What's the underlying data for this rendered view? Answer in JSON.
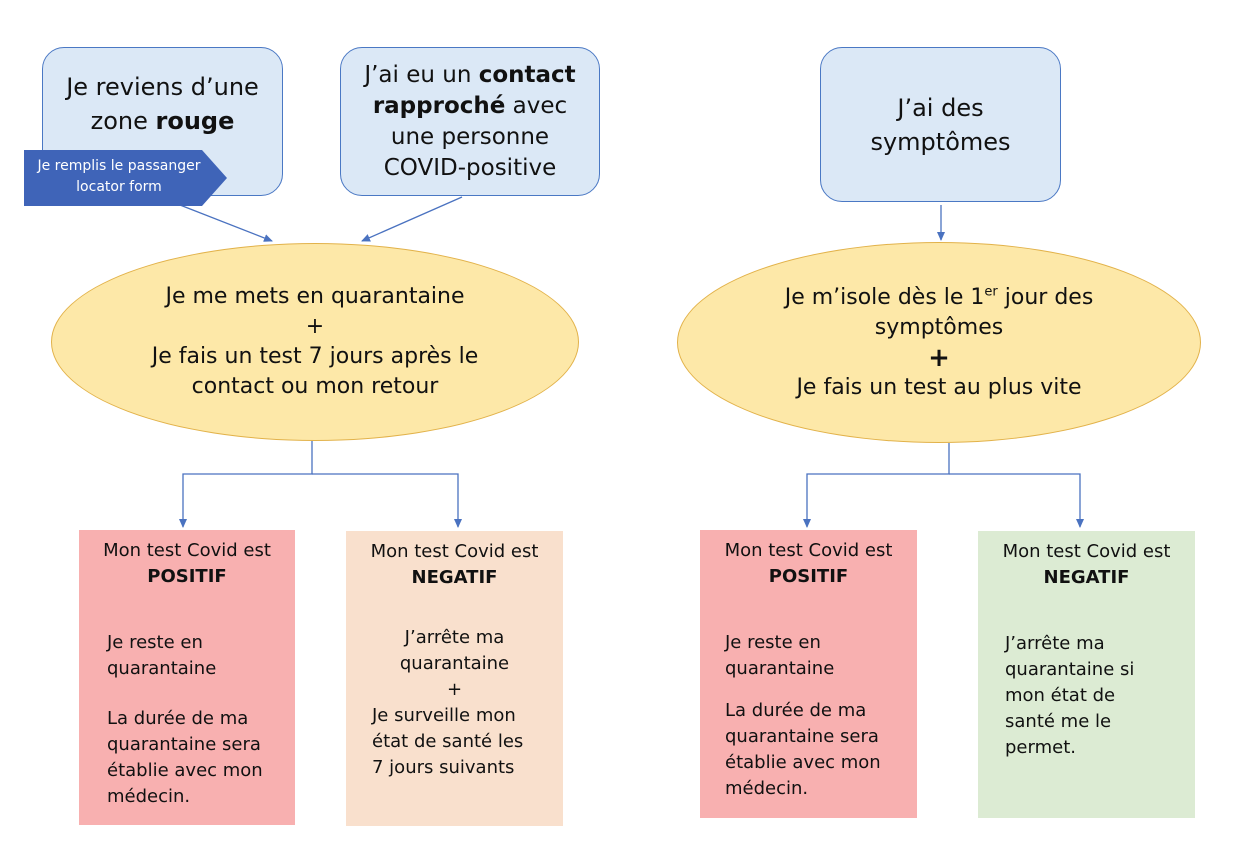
{
  "left_flow": {
    "source_red_zone": {
      "line1": "Je reviens d’une",
      "line2_pre": "zone ",
      "line2_bold": "rouge"
    },
    "locator_tag": {
      "line1": "Je remplis le passanger",
      "line2": "locator form"
    },
    "source_contact": {
      "line1_pre": "J’ai eu un ",
      "line1_bold": "contact",
      "line2_bold": "rapproché",
      "line2_post": " avec",
      "line3": "une personne",
      "line4": "COVID-positive"
    },
    "action": {
      "line1": "Je me mets en quarantaine",
      "plus": "+",
      "line2": "Je fais un test 7 jours après le",
      "line3": "contact ou mon retour"
    },
    "positive_card": {
      "title": "Mon test Covid est",
      "status": "POSITIF",
      "body1": [
        "Je reste en",
        "quarantaine"
      ],
      "body2": [
        "La durée de ma",
        "quarantaine sera",
        "établie avec mon",
        "médecin."
      ]
    },
    "negative_card": {
      "title": "Mon test Covid est",
      "status": "NEGATIF",
      "body1": [
        "J’arrête ma",
        "quarantaine"
      ],
      "plus": "+",
      "body2": [
        "Je surveille mon",
        "état de santé les",
        "7 jours suivants"
      ]
    }
  },
  "right_flow": {
    "source_symptoms": {
      "line1": "J’ai des",
      "line2": "symptômes"
    },
    "action": {
      "line1_pre": "Je m’isole dès le 1",
      "line1_sup": "er",
      "line1_post": " jour des",
      "line2": "symptômes",
      "plus": "+",
      "line3": "Je fais un test au plus vite"
    },
    "positive_card": {
      "title": "Mon test Covid est",
      "status": "POSITIF",
      "body1": [
        "Je reste en",
        "quarantaine"
      ],
      "body2": [
        "La durée de ma",
        "quarantaine sera",
        "établie avec mon",
        "médecin."
      ]
    },
    "negative_card": {
      "title": "Mon test Covid est",
      "status": "NEGATIF",
      "body1": [
        "J’arrête ma",
        "quarantaine si",
        "mon état de",
        "santé me le",
        "permet."
      ]
    }
  },
  "colors": {
    "blue_fill": "#dbe8f6",
    "blue_border": "#4a78c4",
    "ellipse_fill": "#fde8a8",
    "ellipse_border": "#e2b24a",
    "positive_fill": "#f8b0b0",
    "negative_fill": "#f9e0cd",
    "negative_ok_fill": "#dcebd3",
    "tag_fill": "#3f64b8",
    "connector": "#4a72c0"
  }
}
